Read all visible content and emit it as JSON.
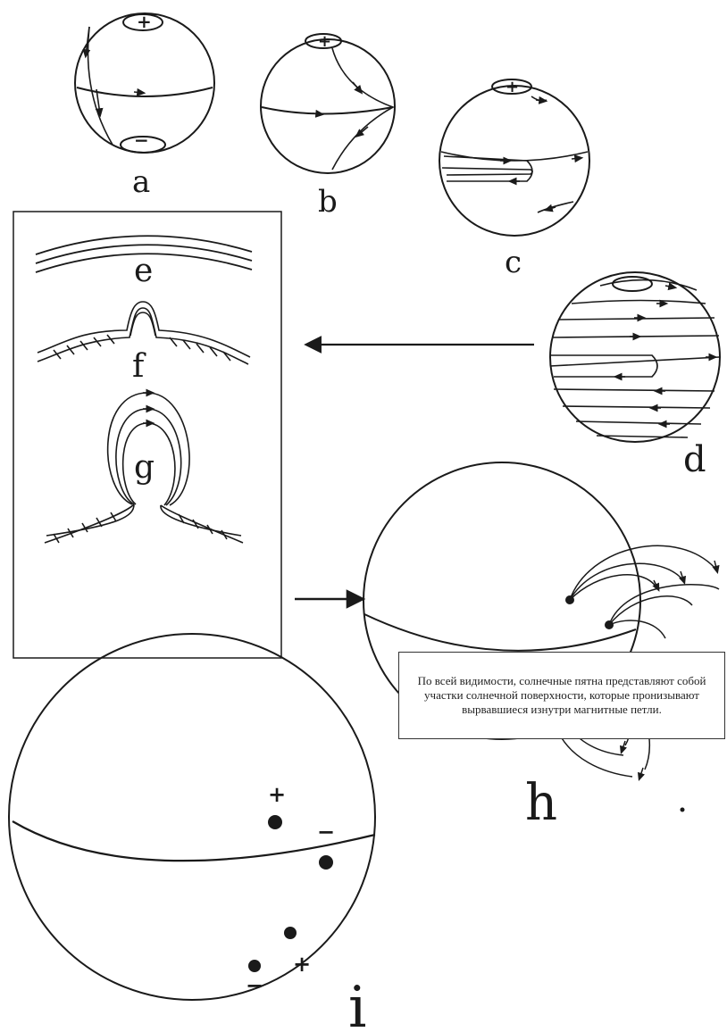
{
  "labels": {
    "a": "a",
    "b": "b",
    "c": "c",
    "d": "d",
    "e": "e",
    "f": "f",
    "g": "g",
    "h": "h",
    "i": "i"
  },
  "signs": {
    "plus": "+",
    "minus": "−"
  },
  "caption": "По всей видимости, солнечные пятна представляют собой участки солнечной поверхности, которые пронизывают вырвавшиеся изнутри магнитные петли.",
  "colors": {
    "ink": "#1a1a1a",
    "background": "#ffffff"
  }
}
